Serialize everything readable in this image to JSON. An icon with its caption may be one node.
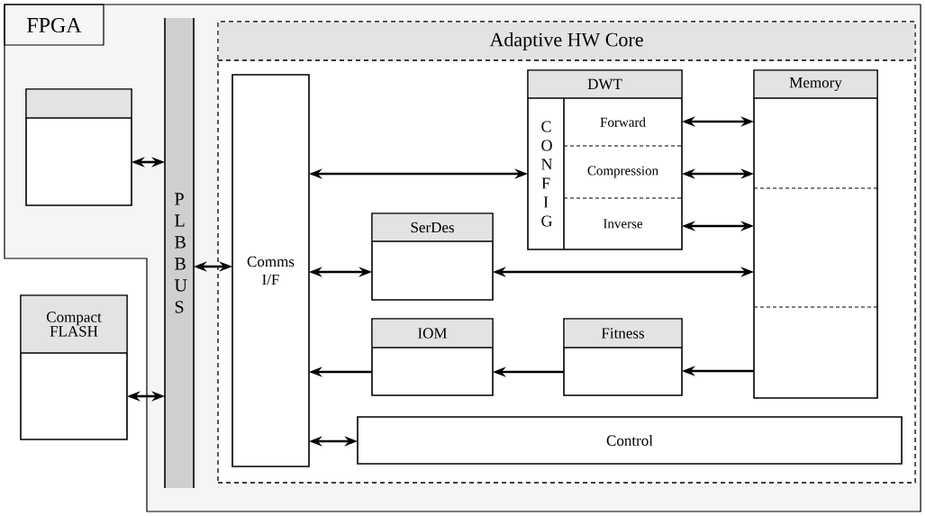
{
  "diagram": {
    "nodes": [
      {
        "text": [
          "FPGA"
        ]
      },
      {
        "text": [],
        "shape": "box",
        "in": 0
      },
      {
        "text": [
          "Compact FLASH"
        ]
      },
      {
        "text": [
          "PLB BUS"
        ],
        "in": 0
      },
      {
        "text": [
          "Adaptive HW Core"
        ],
        "in": 0
      },
      {
        "text": [
          "Comms I/F"
        ],
        "in": 4
      },
      {
        "text": [
          "DWT"
        ],
        "in": 4
      },
      {
        "text": [
          "CONFIG"
        ],
        "in": 6
      },
      {
        "text": [
          "Forward"
        ],
        "in": 6
      },
      {
        "text": [
          "Compression"
        ],
        "in": 6
      },
      {
        "text": [
          "Inverse"
        ],
        "in": 6
      },
      {
        "text": [
          "Memory"
        ],
        "in": 4
      },
      {
        "text": [
          "SerDes"
        ],
        "in": 4
      },
      {
        "text": [
          "IOM"
        ],
        "in": 4
      },
      {
        "text": [
          "Fitness"
        ],
        "in": 4
      },
      {
        "text": [
          "Control"
        ],
        "in": 4
      }
    ],
    "edges": [
      {
        "from": 1,
        "to": 3,
        "arrow": "both"
      },
      {
        "from": 2,
        "to": 3,
        "arrow": "both"
      },
      {
        "from": 3,
        "to": 5,
        "arrow": "both"
      },
      {
        "from": 5,
        "to": 7,
        "arrow": "both"
      },
      {
        "from": 8,
        "to": 11,
        "arrow": "both"
      },
      {
        "from": 9,
        "to": 11,
        "arrow": "both"
      },
      {
        "from": 10,
        "to": 11,
        "arrow": "both"
      },
      {
        "from": 5,
        "to": 12,
        "arrow": "both"
      },
      {
        "from": 12,
        "to": 11,
        "arrow": "both"
      },
      {
        "from": 13,
        "to": 5,
        "arrow": "to"
      },
      {
        "from": 14,
        "to": 13,
        "arrow": "to"
      },
      {
        "from": 11,
        "to": 14,
        "arrow": "to"
      },
      {
        "from": 5,
        "to": 15,
        "arrow": "both"
      }
    ]
  }
}
